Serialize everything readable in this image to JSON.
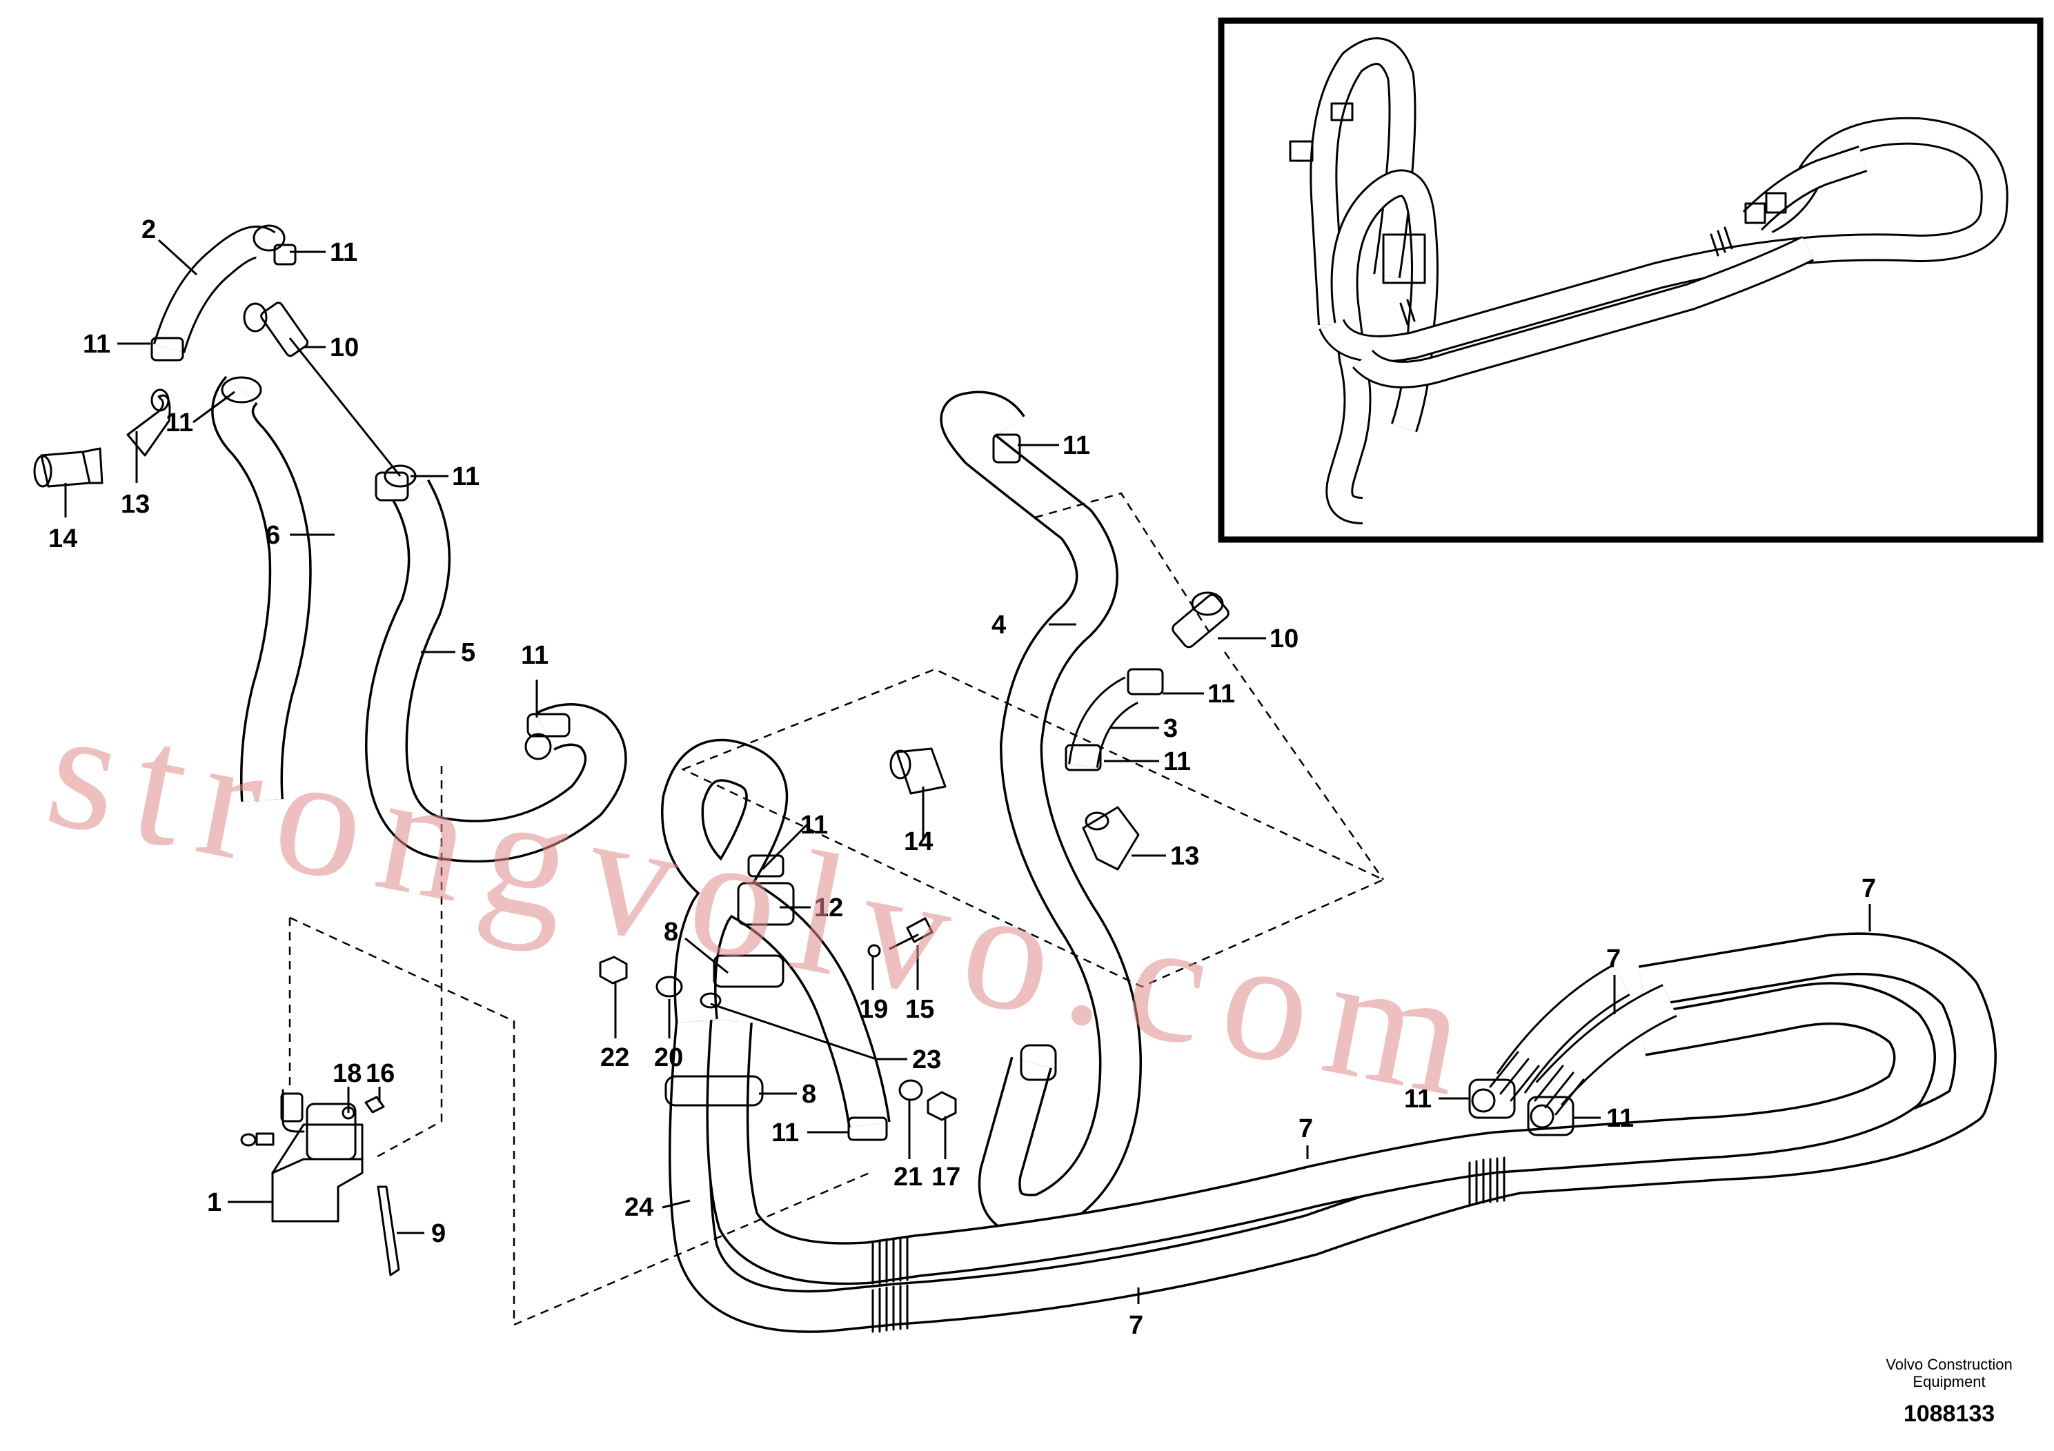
{
  "diagram": {
    "brand_line1": "Volvo Construction",
    "brand_line2": "Equipment",
    "drawing_number": "1088133",
    "watermark": "strongvolvo.com",
    "callouts": [
      "11",
      "2",
      "11",
      "10",
      "11",
      "13",
      "14",
      "6",
      "5",
      "11",
      "11",
      "4",
      "11",
      "10",
      "11",
      "3",
      "11",
      "14",
      "13",
      "11",
      "12",
      "8",
      "19",
      "15",
      "22",
      "20",
      "23",
      "8",
      "11",
      "21",
      "17",
      "18",
      "16",
      "1",
      "9",
      "24",
      "7",
      "7",
      "7",
      "7",
      "11",
      "11"
    ]
  }
}
